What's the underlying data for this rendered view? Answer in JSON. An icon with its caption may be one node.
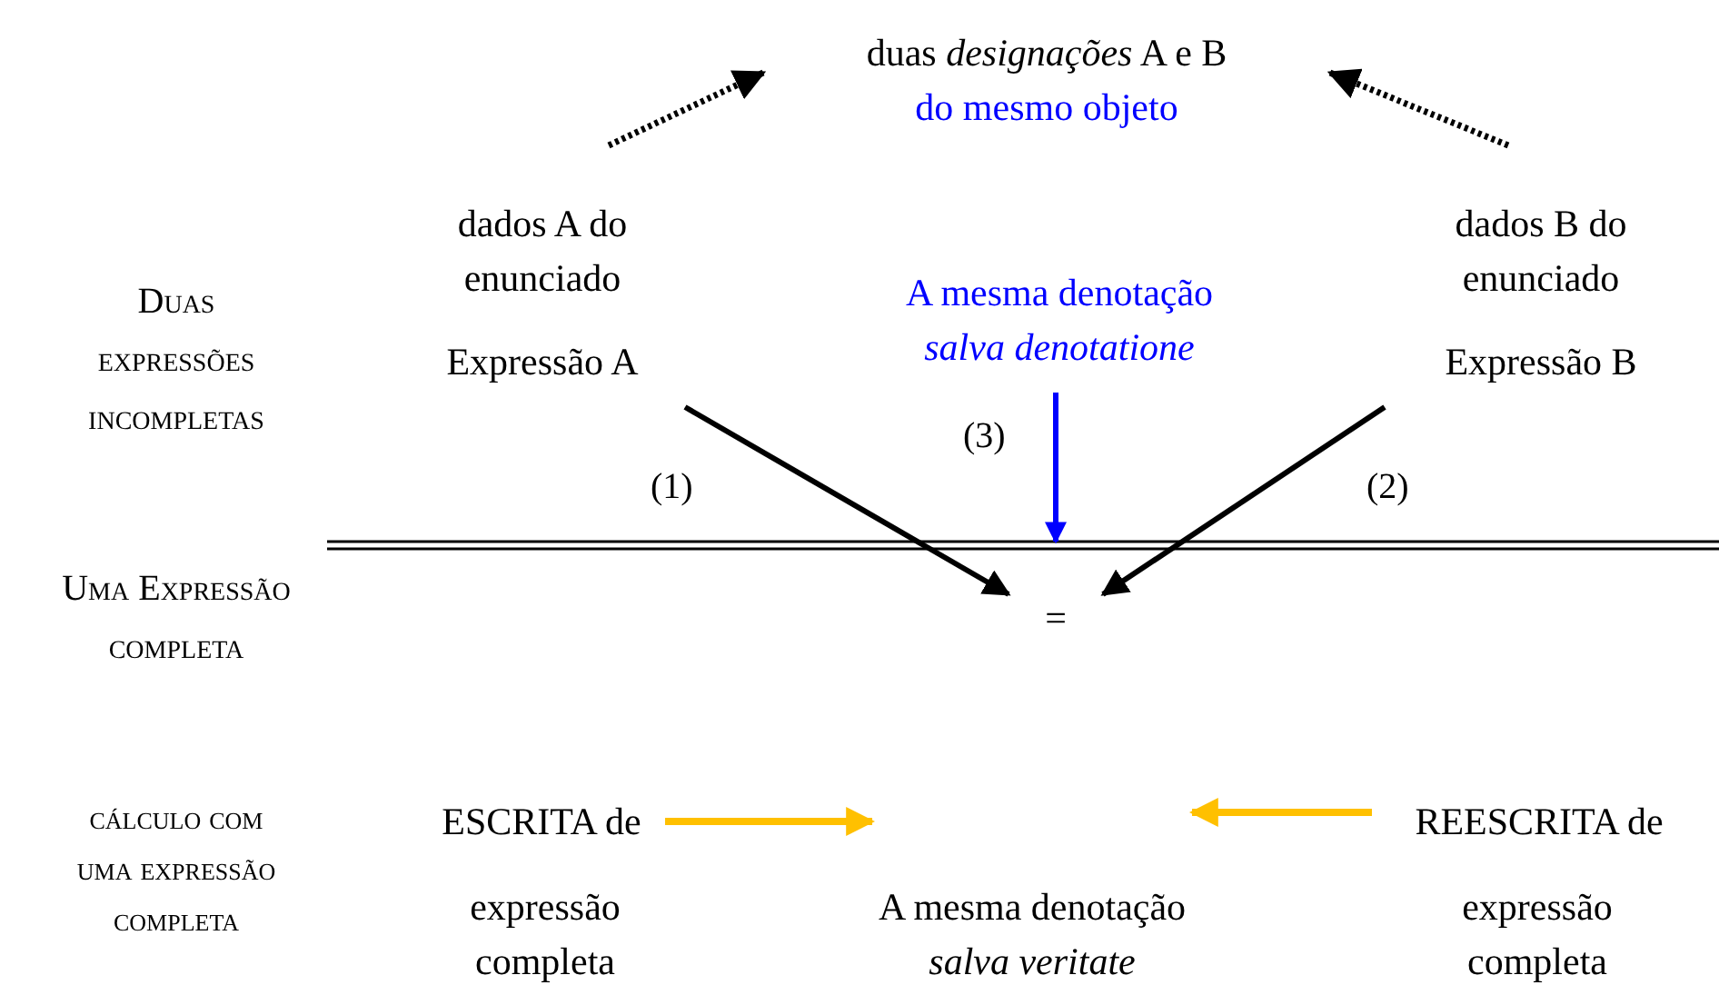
{
  "diagram": {
    "nodes": [
      {
        "text": [
          "duas *designações* A e B",
          "do mesmo objeto"
        ]
      },
      {
        "text": [
          "dados A do enunciado",
          "Expressão A"
        ]
      },
      {
        "text": [
          "dados B do enunciado",
          "Expressão B"
        ]
      },
      {
        "text": [
          "A mesma denotação",
          "salva denotatione"
        ]
      },
      {
        "text": [
          "="
        ]
      },
      {
        "text": [
          "ESCRITA de"
        ]
      },
      {
        "text": [
          "expressão completa"
        ]
      },
      {
        "text": [
          "A mesma denotação",
          "salva veritate"
        ]
      },
      {
        "text": [
          "REESCRITA de"
        ]
      },
      {
        "text": [
          "expressão completa"
        ]
      }
    ],
    "edges": [
      {
        "from": 1,
        "to": 0,
        "arrow": "to",
        "style": "dashed"
      },
      {
        "from": 2,
        "to": 0,
        "arrow": "to",
        "style": "dashed"
      },
      {
        "from": 1,
        "to": 4,
        "arrow": "to"
      },
      {
        "from": 2,
        "to": 4,
        "arrow": "to"
      },
      {
        "from": 3,
        "to": 4,
        "arrow": "to",
        "color": "#0000ff"
      },
      {
        "from": 5,
        "to": 7,
        "arrow": "to",
        "color": "#ffc000"
      },
      {
        "from": 8,
        "to": 7,
        "arrow": "to",
        "color": "#ffc000"
      }
    ],
    "labels": [
      "Duas expressões incompletas",
      "(3)",
      "(1)",
      "(2)",
      "Uma Expressão completa",
      "cálculo com uma expressão completa"
    ]
  }
}
